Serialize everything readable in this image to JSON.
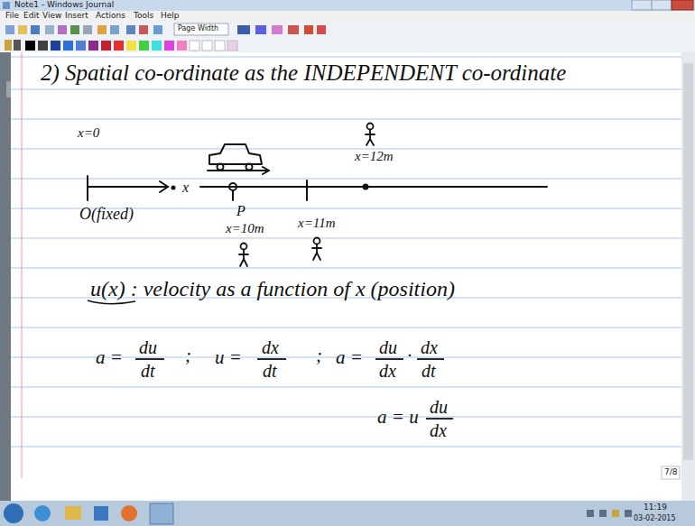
{
  "diagram": {
    "title": "2) Spatial co-ordinate as the INDEPENDENT co-ordinate",
    "labels": [
      "Note1 - Windows Journal",
      "File",
      "Edit",
      "View",
      "Insert",
      "Actions",
      "Tools",
      "Help",
      "Page Width",
      "x=0",
      "x",
      "O(fixed)",
      "P",
      "x=10m",
      "x=11m",
      "x=12m",
      "u(x) : velocity as a function of x (position)",
      "a =",
      "du",
      "dt",
      ";",
      "u =",
      "dx",
      "dt",
      ";",
      "a =",
      "du",
      "dx",
      "·",
      "dx",
      "dt",
      "a = u",
      "du",
      "dx",
      "7/8",
      "11:19",
      "03-02-2015"
    ]
  }
}
